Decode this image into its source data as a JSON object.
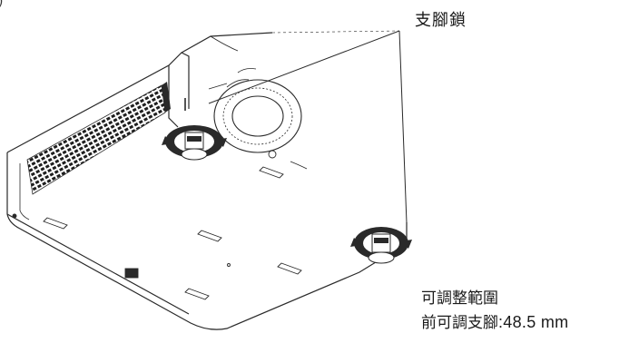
{
  "labels": {
    "partial_mark": ")",
    "foot_lock": "支腳鎖",
    "range_title": "可調整範圍",
    "range_prefix": "前可調支腳",
    "range_value": ":48.5 mm"
  },
  "colors": {
    "line": "#2a2a2a",
    "vent": "#1e1e1e",
    "background": "#ffffff"
  },
  "icons": [
    "projector-drawing",
    "adjustable-foot-icon",
    "rotation-arrow-icon",
    "lens-icon",
    "vent-grille"
  ]
}
